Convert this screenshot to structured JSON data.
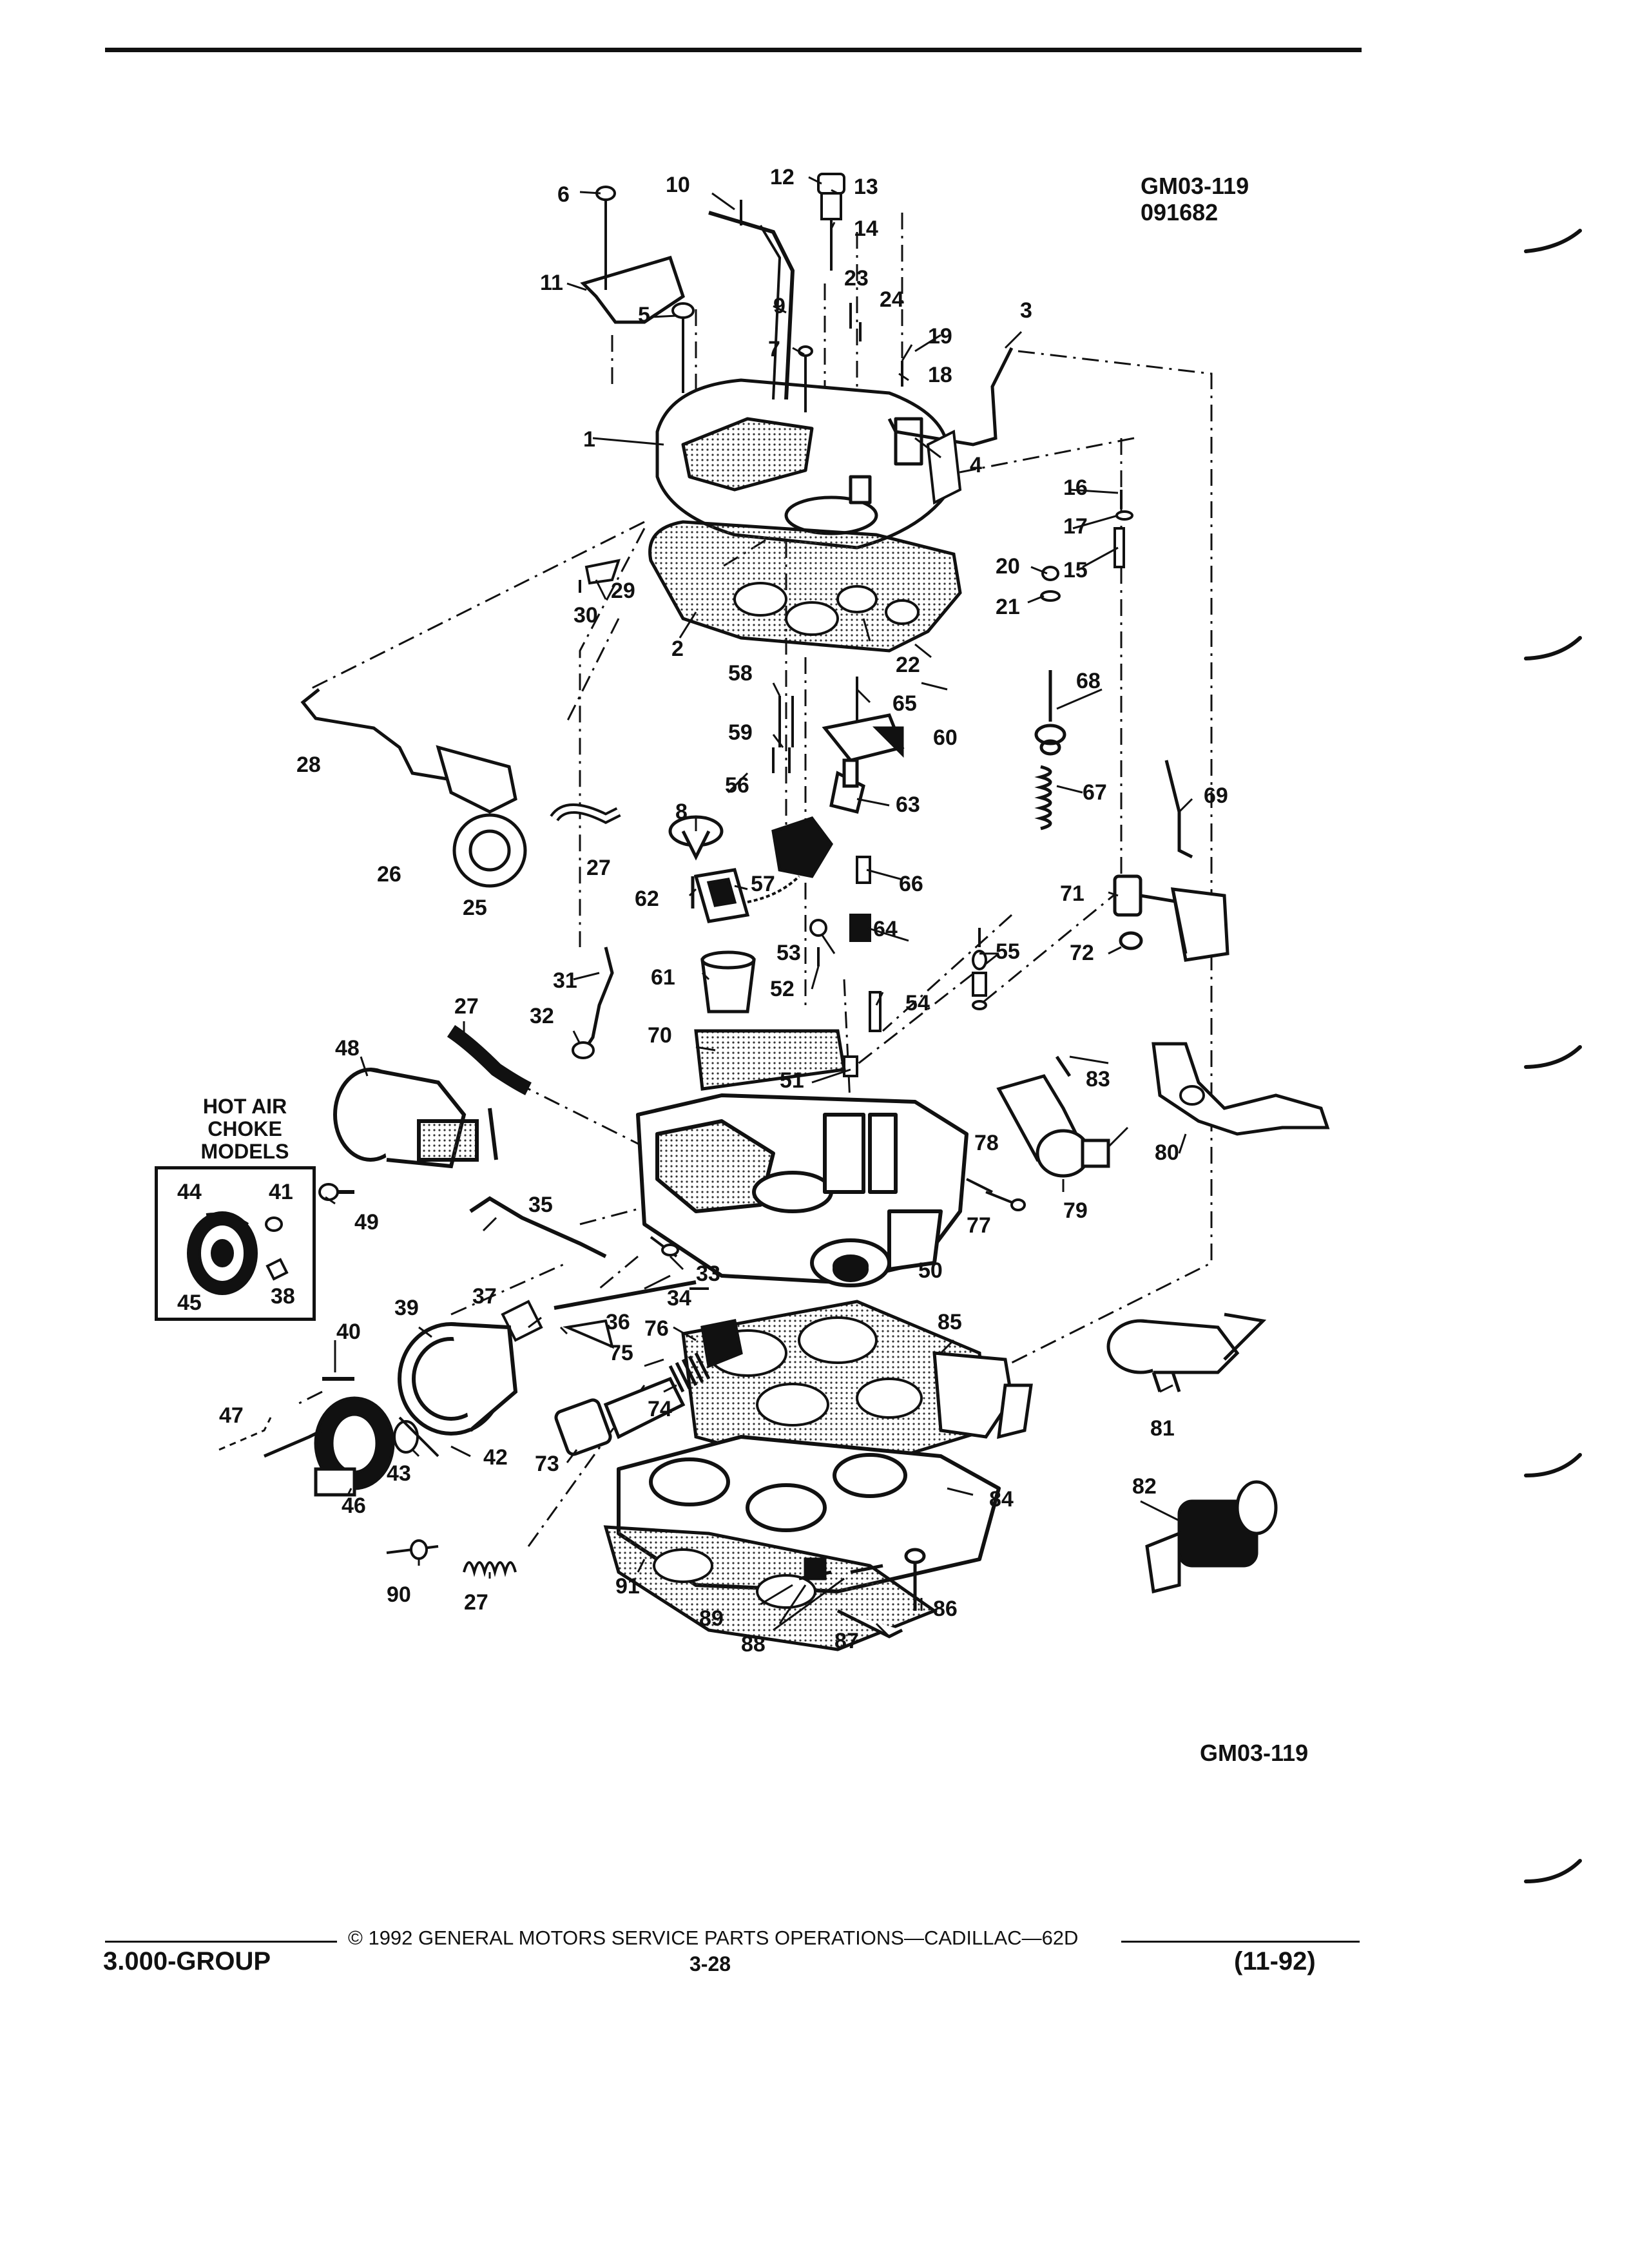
{
  "header": {
    "figure_code": "GM03-119",
    "figure_date": "091682"
  },
  "inset": {
    "title_lines": [
      "HOT AIR",
      "CHOKE",
      "MODELS"
    ],
    "callouts": [
      "44",
      "41",
      "45",
      "38"
    ]
  },
  "callouts": [
    "1",
    "2",
    "3",
    "4",
    "5",
    "6",
    "7",
    "8",
    "9",
    "10",
    "11",
    "12",
    "13",
    "14",
    "15",
    "16",
    "17",
    "18",
    "19",
    "20",
    "21",
    "22",
    "23",
    "24",
    "25",
    "26",
    "27",
    "28",
    "29",
    "30",
    "31",
    "32",
    "33",
    "34",
    "35",
    "36",
    "37",
    "39",
    "40",
    "42",
    "43",
    "46",
    "47",
    "48",
    "49",
    "50",
    "51",
    "52",
    "53",
    "54",
    "55",
    "56",
    "57",
    "58",
    "59",
    "60",
    "61",
    "62",
    "63",
    "64",
    "65",
    "66",
    "67",
    "68",
    "69",
    "70",
    "71",
    "72",
    "73",
    "74",
    "75",
    "76",
    "77",
    "78",
    "79",
    "80",
    "81",
    "82",
    "83",
    "84",
    "85",
    "86",
    "87",
    "88",
    "89",
    "90",
    "91"
  ],
  "bottom_code": "GM03-119",
  "footer": {
    "copyright": "© 1992  GENERAL MOTORS SERVICE PARTS OPERATIONS—CADILLAC—62D",
    "group": "3.000-GROUP",
    "page": "3-28",
    "date": "(11-92)"
  }
}
